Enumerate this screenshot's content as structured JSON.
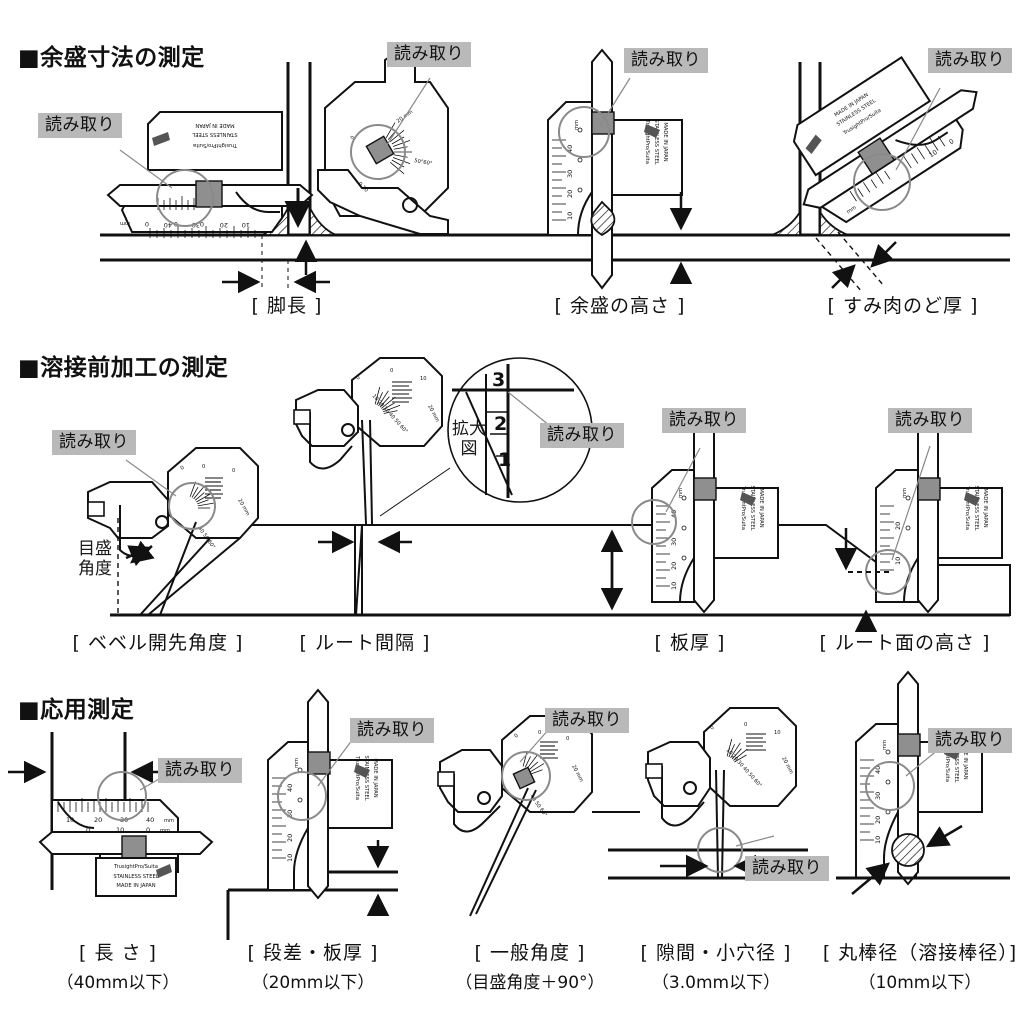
{
  "sections": [
    {
      "id": "s1",
      "heading": "■余盛寸法の測定",
      "captions": [
        {
          "main": "[ 脚長 ]",
          "sub": ""
        },
        {
          "main": "[ 余盛の高さ ]",
          "sub": ""
        },
        {
          "main": "[ すみ肉のど厚 ]",
          "sub": ""
        }
      ]
    },
    {
      "id": "s2",
      "heading": "■溶接前加工の測定",
      "captions": [
        {
          "main": "[ ベベル開先角度 ]",
          "sub": ""
        },
        {
          "main": "[ ルート間隔 ]",
          "sub": ""
        },
        {
          "main": "[ 板厚 ]",
          "sub": ""
        },
        {
          "main": "[ ルート面の高さ ]",
          "sub": ""
        }
      ],
      "annotations": {
        "scale_angle": "目盛\n角度",
        "scale_angle_line1": "目盛",
        "scale_angle_line2": "角度",
        "magnified_label": "拡大\n図",
        "magnified_line1": "拡大",
        "magnified_line2": "図",
        "magnified_ticks": [
          "3",
          "2",
          "1"
        ]
      }
    },
    {
      "id": "s3",
      "heading": "■応用測定",
      "captions": [
        {
          "main": "[ 長 さ ]",
          "sub": "（40mm以下）"
        },
        {
          "main": "[ 段差・板厚 ]",
          "sub": "（20mm以下）"
        },
        {
          "main": "[ 一般角度 ]",
          "sub": "（目盛角度＋90°）"
        },
        {
          "main": "[ 隙間・小穴径 ]",
          "sub": "（3.0mm以下）"
        },
        {
          "main": "[ 丸棒径（溶接棒径）]",
          "sub": "（10mm以下）"
        }
      ]
    }
  ],
  "callout_label": "読み取り",
  "gauge": {
    "brand": "TrusightPro/Suita",
    "line2": "STAINLESS STEEL",
    "line3": "MADE IN JAPAN",
    "mm_unit": "mm",
    "linear_scale_major": [
      "10",
      "20",
      "30",
      "40"
    ],
    "vernier_scale": [
      "0",
      "10",
      "0"
    ],
    "depth_scale": [
      "10",
      "20",
      "30",
      "40"
    ],
    "angle_scale": [
      "0",
      "10",
      "20",
      "30",
      "40",
      "50",
      "60"
    ],
    "angle_unit": "20 mm",
    "zero": "0"
  },
  "colors": {
    "ink": "#111111",
    "callout_bg": "#b9b9b9",
    "slider": "#8f8f8f",
    "circle_stroke": "#8a8a8a",
    "paper": "#ffffff"
  }
}
